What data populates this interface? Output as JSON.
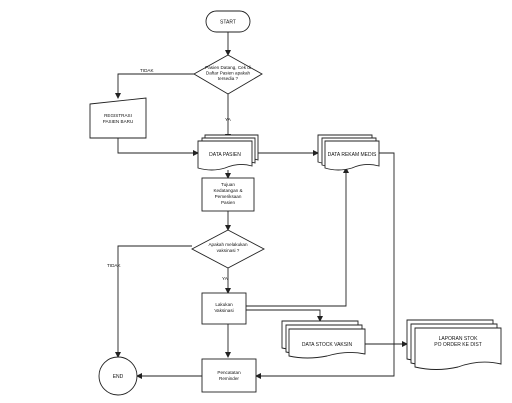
{
  "nodes": {
    "start": "START",
    "decision1": [
      "Pasien Datang, Cek di",
      "Daftar Pasien apakah",
      "tersedia ?"
    ],
    "registrasi": [
      "REGISTRASI",
      "PASIEN BARU"
    ],
    "data_pasien": "DATA PASIEN",
    "data_rekam_medis": "DATA REKAM MEDIS",
    "tujuan": [
      "Tujuan",
      "Kedatangan &",
      "Pemeriksaan",
      "Pasien"
    ],
    "decision2": [
      "Apakah melakukan",
      "vaksinasi ?"
    ],
    "lakukan_vaksinasi": [
      "Lakukan",
      "Vaksinasi"
    ],
    "data_stock_vaksin": "DATA STOCK VAKSIN",
    "laporan_stok": [
      "LAPORAN STOK",
      "PO ORDER KE DIST"
    ],
    "pencatatan": [
      "Pencatatan",
      "Reminder"
    ],
    "end": "END"
  },
  "edge_labels": {
    "tidak1": "TIDAK",
    "ya1": "YA",
    "tidak2": "TIDAK",
    "ya2": "YA"
  }
}
